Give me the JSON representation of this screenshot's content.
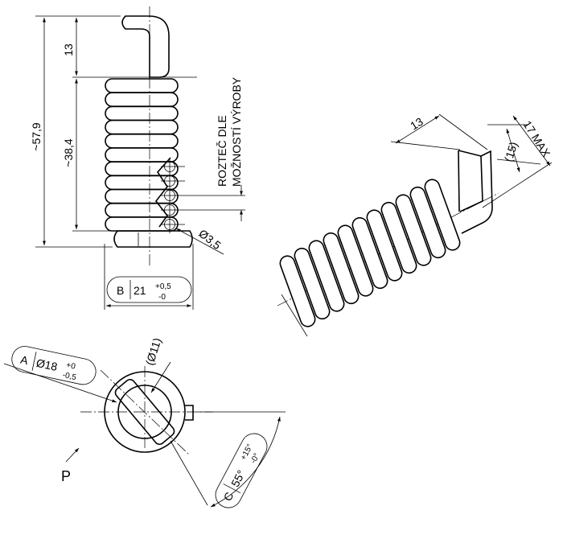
{
  "dims": {
    "overall_length": "~57,9",
    "coil_length": "~38,4",
    "hook_length": "13",
    "wire_dia": "Ø3,5",
    "pitch_note_line1": "ROZTEČ DLE",
    "pitch_note_line2": "MOŽNOSTÍ VÝROBY"
  },
  "callout_b": {
    "letter": "B",
    "value": "21",
    "tol_upper": "+0,5",
    "tol_lower": "-0"
  },
  "callout_a": {
    "letter": "A",
    "value": "Ø18",
    "tol_upper": "+0",
    "tol_lower": "-0,5"
  },
  "callout_c": {
    "letter": "C",
    "value": "55°",
    "tol_upper": "+15°",
    "tol_lower": "-0°"
  },
  "end_view": {
    "inner_dia": "(Ø11)",
    "view_arrow": "P"
  },
  "iso_view": {
    "leg_length": "13",
    "leg_height": "(15)",
    "max_height": "17 MAX"
  }
}
